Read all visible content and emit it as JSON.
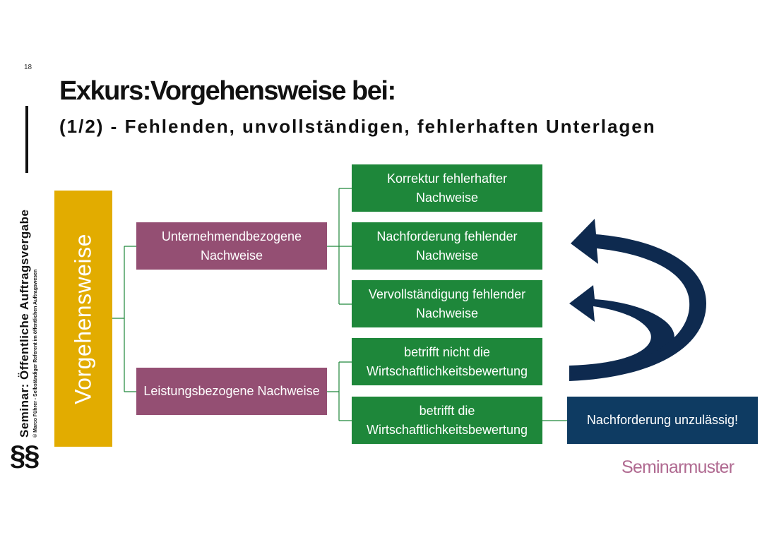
{
  "slide": {
    "page_number": "18",
    "title": "Exkurs:Vorgehensweise bei:",
    "subtitle": "(1/2) - Fehlenden, unvollständigen, fehlerhaften Unterlagen",
    "sidebar": {
      "seminar_line": "Seminar: Öffentliche Auftragsvergabe",
      "author_line": "© Marco Führer - Selbständiger Referent im öffentlichen Auftragswesen"
    },
    "paragraph_icon": "§§",
    "watermark": "Seminarmuster"
  },
  "diagram": {
    "root": "Vorgehensweise",
    "level1": {
      "unternehmen": "Unternehmendbezogene Nachweise",
      "leistung": "Leistungsbezogene Nachweise"
    },
    "level2": {
      "korrektur": [
        "Korrektur fehlerhafter",
        "Nachweise"
      ],
      "nachforderung": [
        "Nachforderung fehlender",
        "Nachweise"
      ],
      "vervoll": [
        "Vervollständigung fehlender",
        "Nachweise"
      ],
      "nicht": [
        "betrifft nicht die",
        "Wirtschaftlichkeitsbewertung"
      ],
      "betrifft": [
        "betrifft die",
        "Wirtschaftlichkeitsbewertung"
      ]
    },
    "level3": {
      "unzulaessig": "Nachforderung unzulässig!"
    },
    "colors": {
      "root": "#e2ac00",
      "level1": "#944f73",
      "level2": "#1e873a",
      "level3": "#0e3b62",
      "arrows": "#0e2a4f",
      "connector": "#1e873a",
      "watermark": "#b06a91"
    },
    "icons": {
      "curved_arrows": "curved-arrow-icon"
    }
  }
}
